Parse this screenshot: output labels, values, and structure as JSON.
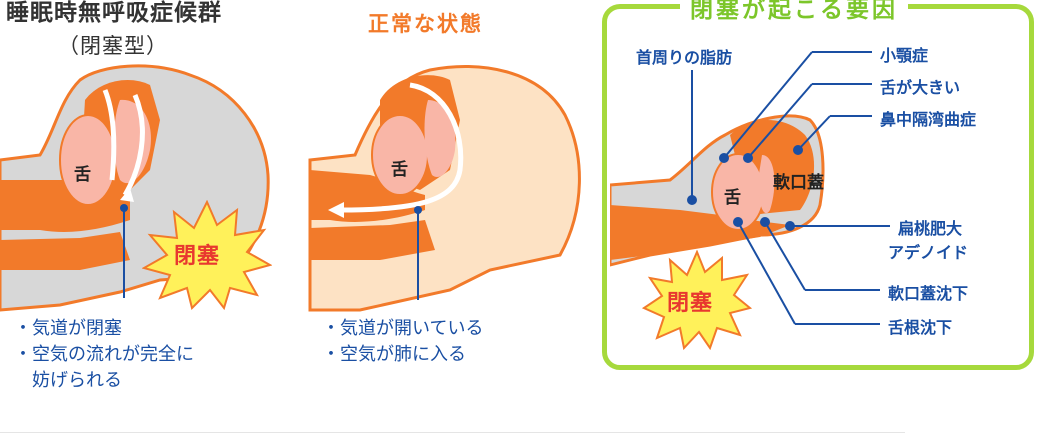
{
  "panel_osa": {
    "title_line1": "睡眠時無呼吸症候群",
    "title_line2": "（閉塞型）",
    "tongue_label": "舌",
    "burst_label": "閉塞",
    "bullets": [
      "・気道が閉塞",
      "・空気の流れが完全に",
      "　妨げられる"
    ]
  },
  "panel_normal": {
    "title": "正常な状態",
    "tongue_label": "舌",
    "bullets": [
      "・気道が開いている",
      "・空気が肺に入る"
    ]
  },
  "panel_causes": {
    "title": "閉塞が起こる要因",
    "left_label": "首周りの脂肪",
    "right_labels": [
      "小顎症",
      "舌が大きい",
      "鼻中隔湾曲症",
      "扁桃肥大",
      "アデノイド",
      "軟口蓋沈下",
      "舌根沈下"
    ],
    "soft_palate_label": "軟口蓋",
    "tongue_label": "舌",
    "burst_label": "閉塞"
  },
  "colors": {
    "orange": "#f27a2a",
    "pink": "#f9b6a7",
    "gray": "#d7d7d7",
    "skin": "#fde2c4",
    "blue": "#1a4fa3",
    "green": "#a6d93c",
    "burst_yellow": "#fff15a"
  }
}
